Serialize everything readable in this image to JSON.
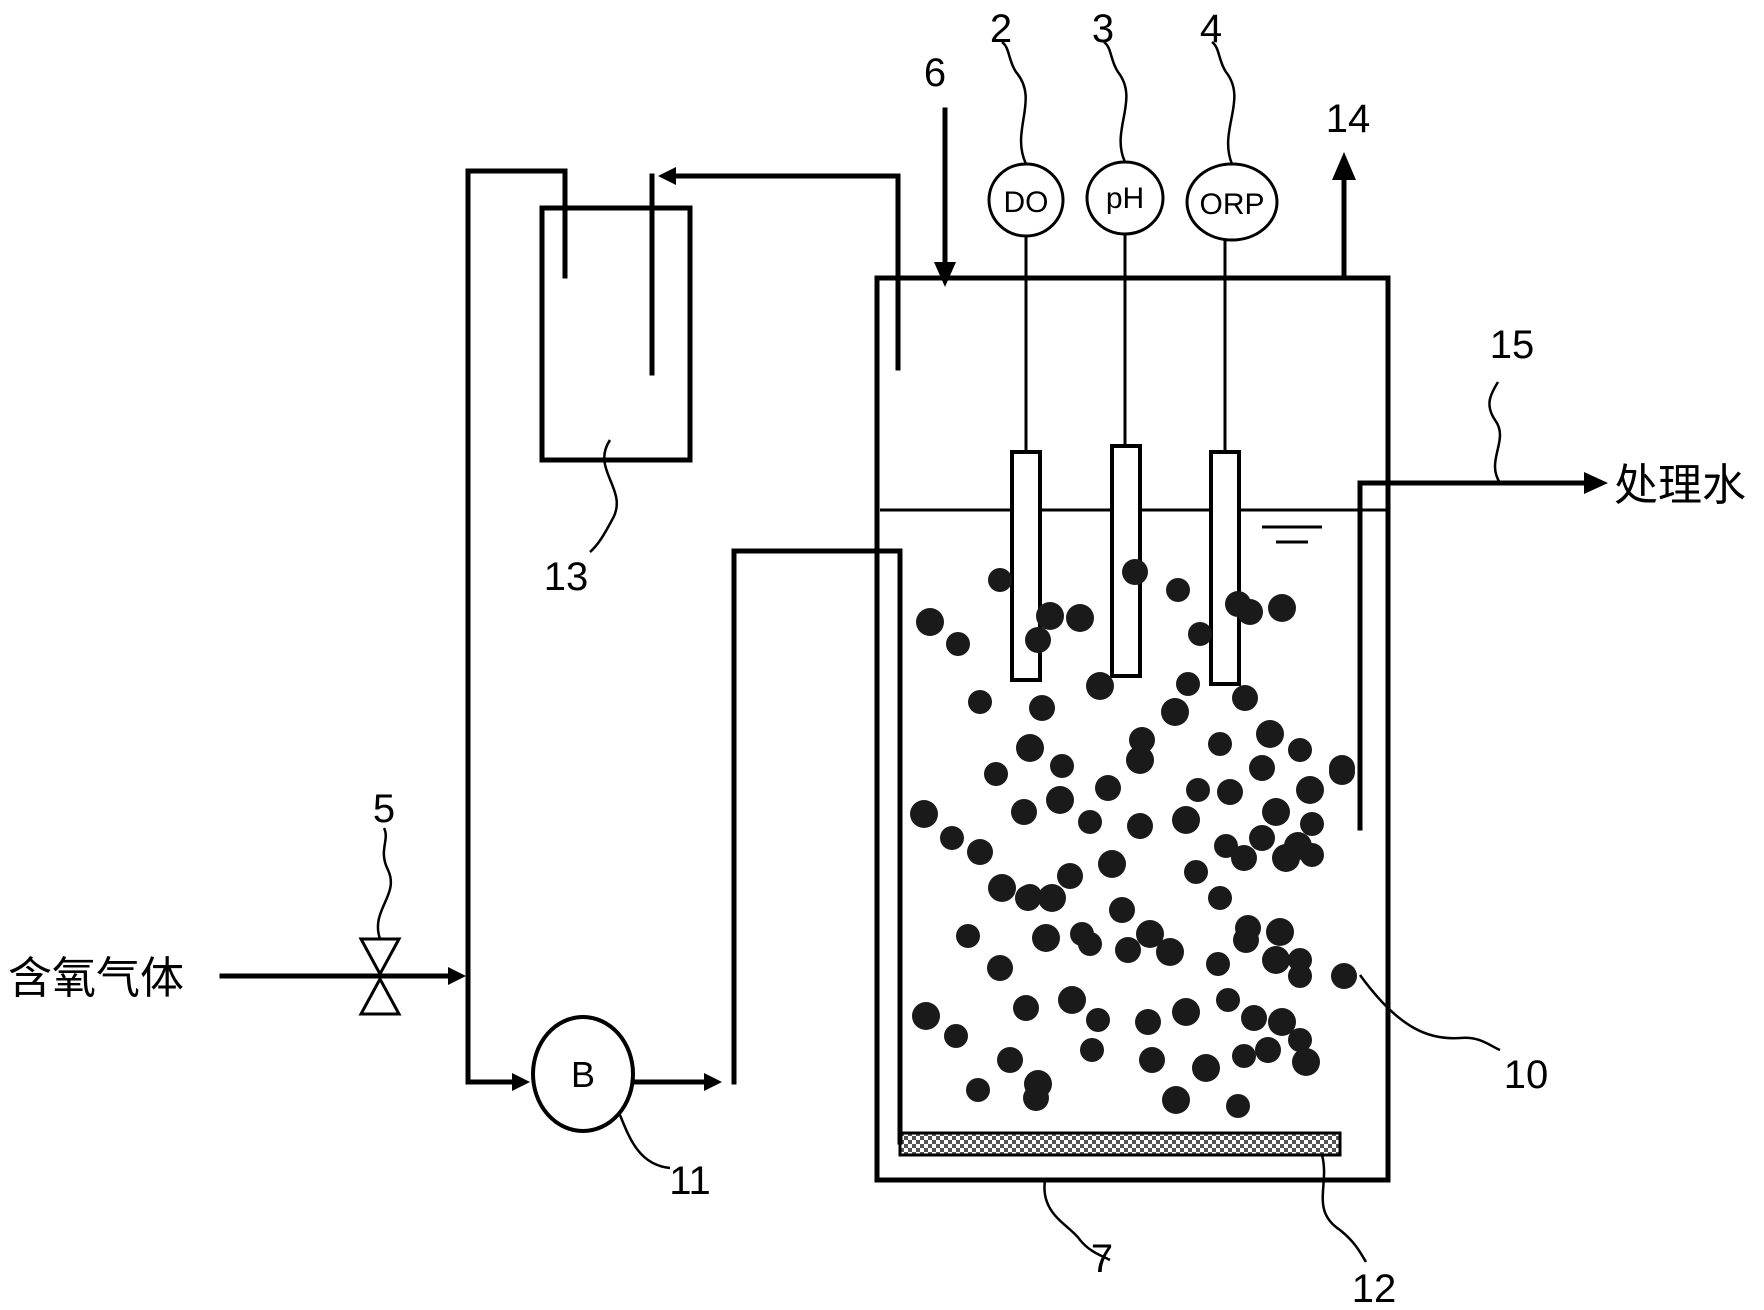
{
  "labels": {
    "do": "2",
    "ph": "3",
    "orp": "4",
    "valve": "5",
    "feed": "6",
    "tank": "7",
    "carrier": "10",
    "blower": "11",
    "diffuser": "12",
    "vessel": "13",
    "exhaust": "14",
    "outlet": "15"
  },
  "meters": {
    "do": "DO",
    "ph": "pH",
    "orp": "ORP"
  },
  "pump": "B",
  "inlet_text": "含氧气体",
  "outlet_text": "处理水"
}
